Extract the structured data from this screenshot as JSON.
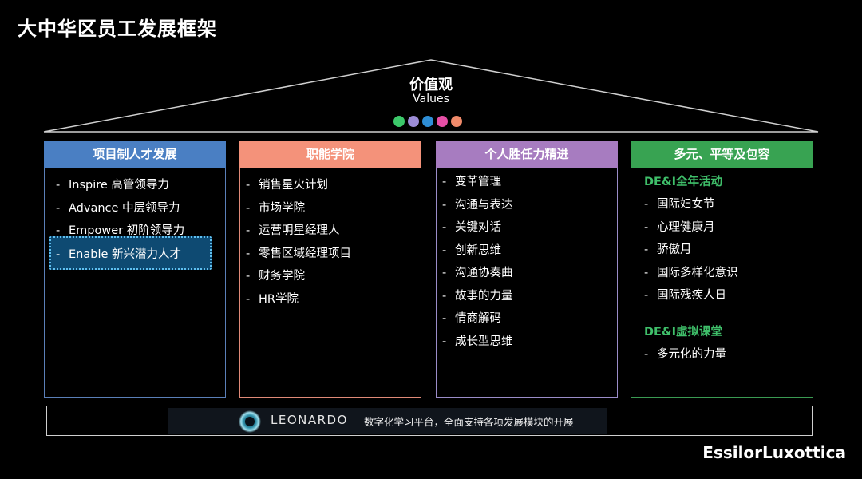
{
  "title": "大中华区员工发展框架",
  "values": {
    "title_cn": "价值观",
    "title_en": "Values",
    "dot_colors": [
      "#3cc86a",
      "#9c8cd6",
      "#2e8ed6",
      "#e64fa6",
      "#f08a6a"
    ]
  },
  "pillars": [
    {
      "heading": "项目制人才发展",
      "color": "#4a7fc3",
      "border": "#5a7fb8",
      "items": [
        {
          "label": "Inspire 高管领导力"
        },
        {
          "label": "Advance 中层领导力"
        },
        {
          "label": "Empower 初阶领导力"
        },
        {
          "label": "Enable 新兴潜力人才"
        }
      ]
    },
    {
      "heading": "职能学院",
      "color": "#f4927a",
      "border": "#e08a78",
      "items": [
        {
          "label": "销售星火计划"
        },
        {
          "label": "市场学院"
        },
        {
          "label": "运营明星经理人"
        },
        {
          "label": "零售区域经理项目"
        },
        {
          "label": "财务学院"
        },
        {
          "label": "HR学院"
        }
      ]
    },
    {
      "heading": "个人胜任力精进",
      "color": "#a77cc0",
      "border": "#9a8cc8",
      "items": [
        {
          "label": "变革管理"
        },
        {
          "label": "沟通与表达"
        },
        {
          "label": "关键对话"
        },
        {
          "label": "创新思维"
        },
        {
          "label": "沟通协奏曲"
        },
        {
          "label": "故事的力量"
        },
        {
          "label": "情商解码"
        },
        {
          "label": "成长型思维"
        }
      ]
    },
    {
      "heading": "多元、平等及包容",
      "color": "#38a352",
      "border": "#3a9a52",
      "groups": [
        {
          "subheading": "DE&I全年活动",
          "items": [
            {
              "label": "国际妇女节"
            },
            {
              "label": "心理健康月"
            },
            {
              "label": "骄傲月"
            },
            {
              "label": "国际多样化意识"
            },
            {
              "label": "国际残疾人日"
            }
          ]
        },
        {
          "subheading": "DE&I虚拟课堂",
          "items": [
            {
              "label": "多元化的力量"
            }
          ]
        }
      ]
    }
  ],
  "footer": {
    "platform": "LEONARDO",
    "description": "数字化学习平台，全面支持各项发展模块的开展",
    "icon": "leonardo-globe-icon"
  },
  "brand": "EssilorLuxottica"
}
